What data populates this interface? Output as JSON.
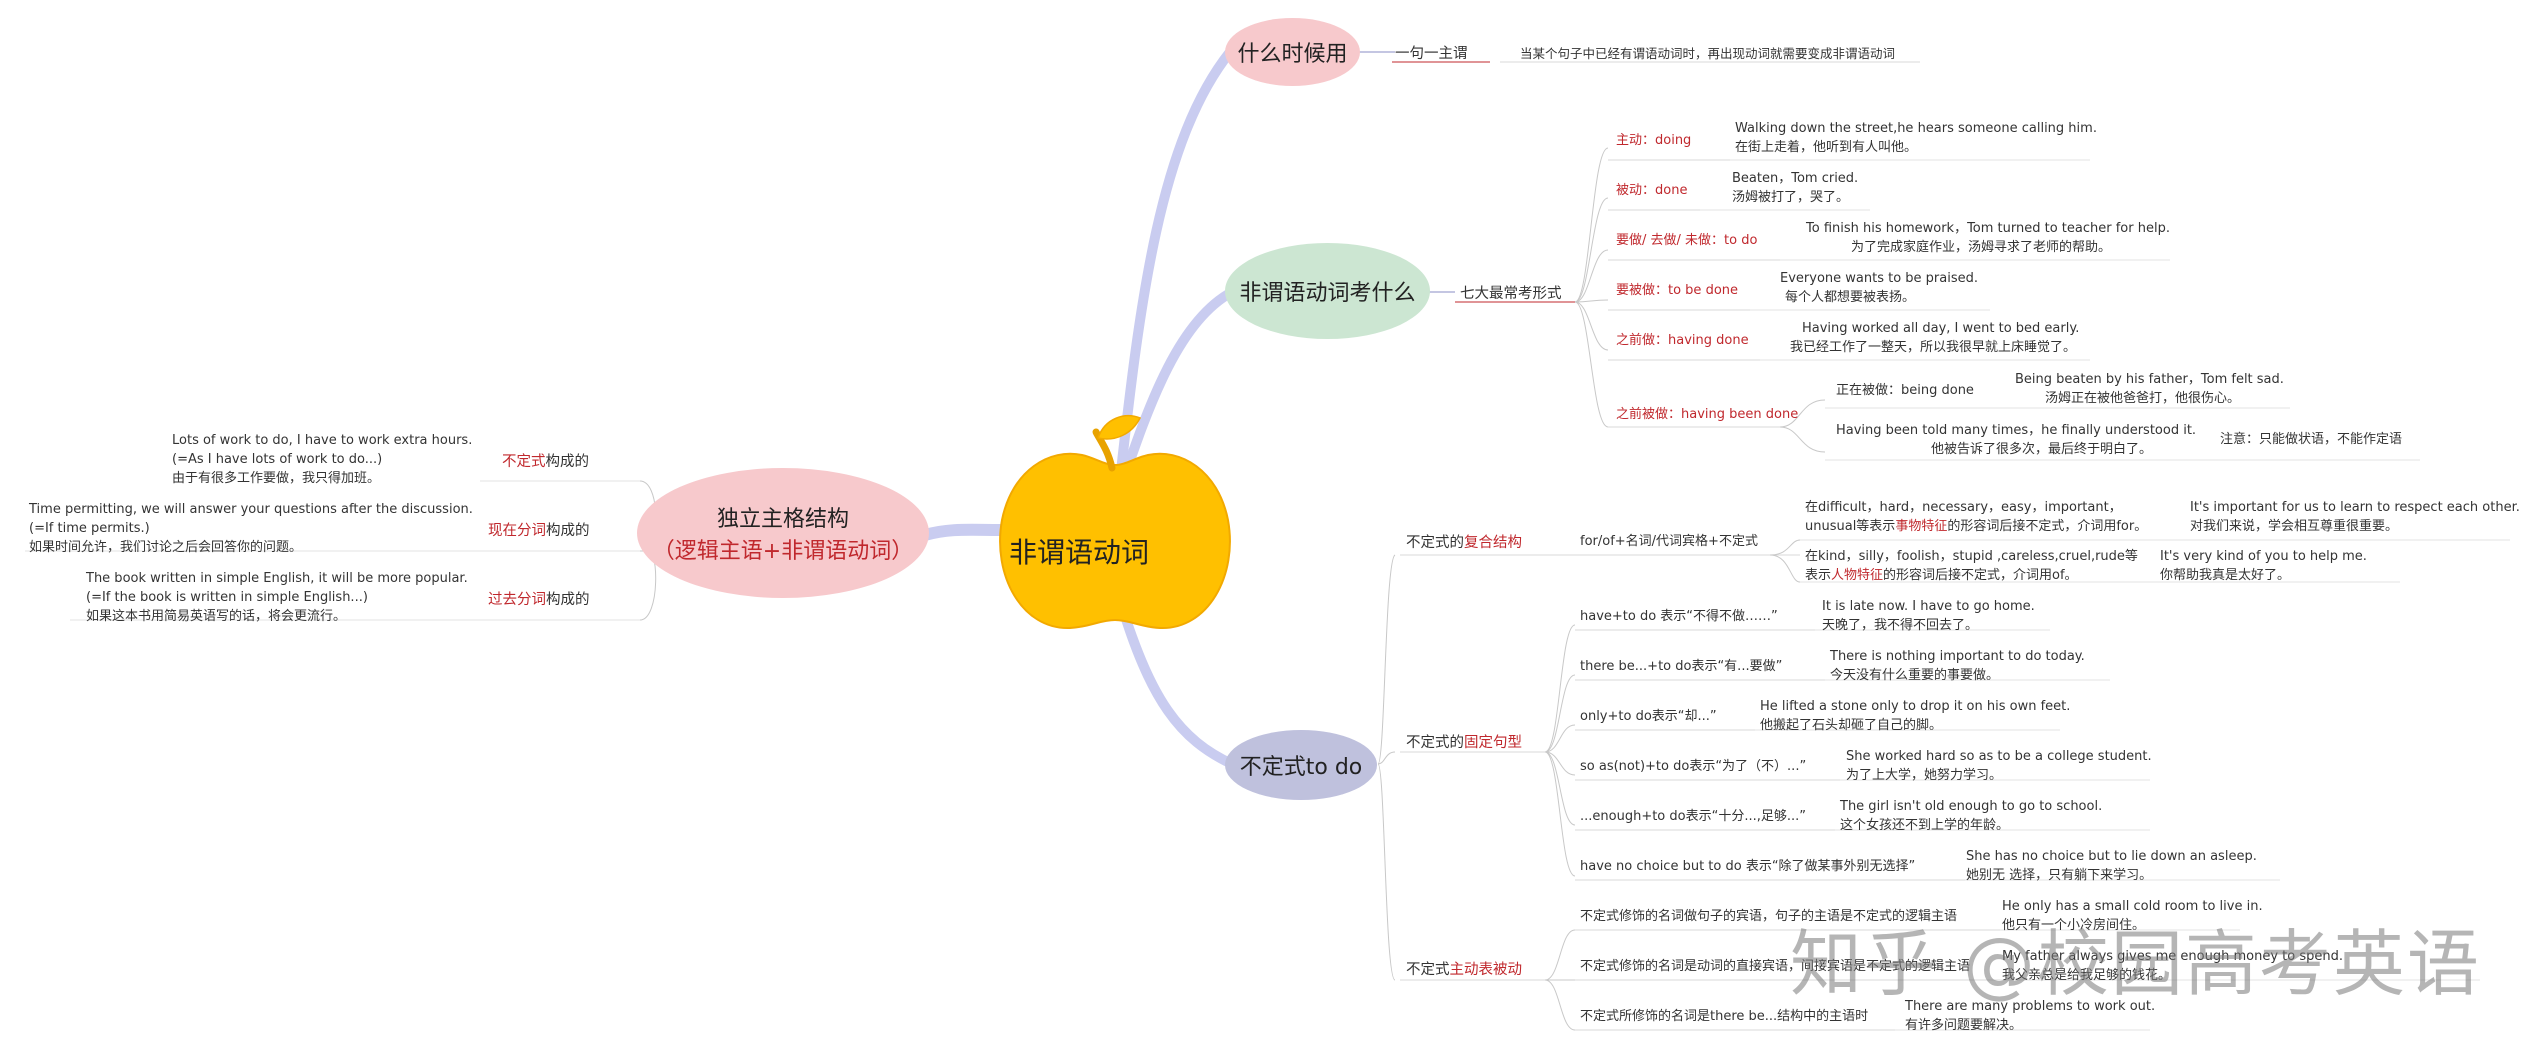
{
  "root": {
    "label": "非谓语动词"
  },
  "branches": {
    "when": {
      "label": "什么时候用",
      "sub": "一句一主谓",
      "note": "当某个句子中已经有谓语动词时，再出现动词就需要变成非谓语动词"
    },
    "test": {
      "label": "非谓语动词考什么",
      "sub": "七大最常考形式",
      "forms": [
        {
          "label": "主动：doing",
          "en": "Walking down the street,he hears someone calling him.",
          "zh": "在街上走着，他听到有人叫他。"
        },
        {
          "label": "被动：done",
          "en": "Beaten，Tom cried.",
          "zh": "汤姆被打了，哭了。"
        },
        {
          "label": "要做/ 去做/ 未做：to do",
          "en": "To finish his homework，Tom turned to teacher for help.",
          "zh": "为了完成家庭作业，汤姆寻求了老师的帮助。"
        },
        {
          "label": "要被做：to be done",
          "en": "Everyone wants to be praised.",
          "zh": "每个人都想要被表扬。"
        },
        {
          "label": "之前做：having done",
          "en": "Having worked all day, I went to bed early.",
          "zh": "我已经工作了一整天，所以我很早就上床睡觉了。"
        },
        {
          "label": "之前被做：having been done"
        }
      ],
      "being_done": {
        "label": "正在被做：being done",
        "en": "Being beaten by his father，Tom felt sad.",
        "zh": "汤姆正在被他爸爸打，他很伤心。"
      },
      "having_been": {
        "en": "Having been told many times，he finally understood it.",
        "zh": "他被告诉了很多次，最后终于明白了。",
        "note": "注意：只能做状语，不能作定语"
      }
    },
    "absolute": {
      "line1": "独立主格结构",
      "line2": "（逻辑主语+非谓语动词）",
      "items": [
        {
          "pre": "不定式",
          "post": "构成的",
          "lines": [
            "Lots of work to do, I have to work extra hours.",
            "(=As I have lots of work to do...)",
            "由于有很多工作要做，我只得加班。"
          ]
        },
        {
          "pre": "现在分词",
          "post": "构成的",
          "lines": [
            "Time permitting, we will answer your questions after the discussion.",
            "(=If time permits.)",
            "如果时间允许，我们讨论之后会回答你的问题。"
          ]
        },
        {
          "pre": "过去分词",
          "post": "构成的",
          "lines": [
            "The book written in simple English, it will be more popular.",
            "(=If the book is written in simple English...)",
            "如果这本书用简易英语写的话，将会更流行。"
          ]
        }
      ]
    },
    "infinitive": {
      "label": "不定式to do",
      "compound": {
        "pre": "不定式的",
        "red": "复合结构",
        "rule": "for/of+名词/代词宾格+不定式",
        "a1": "在difficult，hard，necessary，easy，important，",
        "a2_pre": "unusual等表示",
        "a2_red": "事物特征",
        "a2_post": "的形容词后接不定式，介词用for。",
        "a_en": "It's important  for us to learn to respect each other.",
        "a_zh": "对我们来说，学会相互尊重很重要。",
        "b1": "在kind，silly，foolish，stupid ,careless,cruel,rude等",
        "b2_pre": "表示",
        "b2_red": "人物特征",
        "b2_post": "的形容词后接不定式，介词用of。",
        "b_en": "It's very kind of you to help me.",
        "b_zh": "你帮助我真是太好了。"
      },
      "fixed": {
        "pre": "不定式的",
        "red": "固定句型",
        "items": [
          {
            "rule": "have+to do 表示“不得不做……”",
            "en": "It is late now. I have to go home.",
            "zh": "天晚了，我不得不回去了。"
          },
          {
            "rule": "there  be...+to do表示“有...要做”",
            "en": "There is nothing important to do today.",
            "zh": "今天没有什么重要的事要做。"
          },
          {
            "rule": "only+to do表示“却...”",
            "en": "He lifted a stone only to drop it on his own feet.",
            "zh": "他搬起了石头却砸了自己的脚。"
          },
          {
            "rule": "so as(not)+to do表示“为了（不）...”",
            "en": "She worked hard so as to be a college student.",
            "zh": "为了上大学，她努力学习。"
          },
          {
            "rule": "...enough+to do表示“十分...,足够...”",
            "en": "The girl isn't old enough to go to school.",
            "zh": "这个女孩还不到上学的年龄。"
          },
          {
            "rule": "have no choice but to do 表示“除了做某事外别无选择”",
            "en": "She has no choice but to lie down an asleep.",
            "zh": "她别无 选择，只有躺下来学习。"
          }
        ]
      },
      "active": {
        "pre": "不定式",
        "red": "主动表被动",
        "items": [
          {
            "rule": "不定式修饰的名词做句子的宾语，句子的主语是不定式的逻辑主语",
            "en": "He only has a small cold room to live in.",
            "zh": "他只有一个小冷房间住。"
          },
          {
            "rule": "不定式修饰的名词是动词的直接宾语，间接宾语是不定式的逻辑主语",
            "en": "My father always gives me enough money to spend.",
            "zh": "我父亲总是给我足够的钱花。"
          },
          {
            "rule": "不定式所修饰的名词是there be...结构中的主语时",
            "en": "There are many problems to work out.",
            "zh": "有许多问题要解决。"
          }
        ]
      }
    }
  },
  "watermark": "知乎 @校园高考英语",
  "colors": {
    "apple": "#ffc000",
    "apple_stroke": "#f2a900",
    "stem": "#e8a200",
    "leaf": "#ffc000",
    "when_bubble": "#f7c9cc",
    "test_bubble": "#cce6d2",
    "absolute_bubble": "#f7c9cc",
    "inf_bubble": "#bfc1dd",
    "wire": "#c9ccf0",
    "thin_wire": "#b0b4d8",
    "accent_red": "#c0282d"
  }
}
